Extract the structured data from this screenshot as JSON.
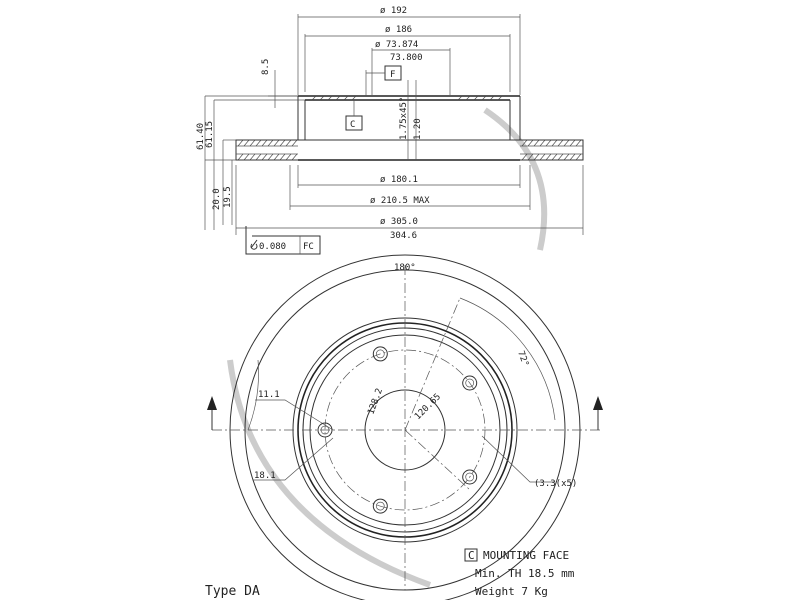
{
  "dimensions": {
    "d192": "ø 192",
    "d186": "ø 186",
    "d73874": "ø 73.874",
    "d73800": "73.800",
    "h85": "8.5",
    "h6140": "61.40",
    "h6115": "61.15",
    "chamfer": "1.75x45°",
    "h120": "1.20",
    "d1801": "ø 180.1",
    "d2105max": "ø 210.5 MAX",
    "d3050": "ø 305.0",
    "d3046": "304.6",
    "h200": "20.0",
    "h195": "19.5",
    "runout": "0.080",
    "runout_ref": "FC",
    "datum_f": "F",
    "datum_c": "C"
  },
  "plan": {
    "angle180": "180°",
    "angle72": "72°",
    "pcd": "120.65",
    "pcd2": "128.2",
    "d111": "11.1",
    "d181": "18.1",
    "holes": "(3.3(x5)"
  },
  "notes": {
    "datum_letter": "C",
    "mounting_face": "MOUNTING FACE",
    "min_th": "Min. TH 18.5 mm",
    "weight": "Weight  7  Kg",
    "type": "Type DA"
  }
}
